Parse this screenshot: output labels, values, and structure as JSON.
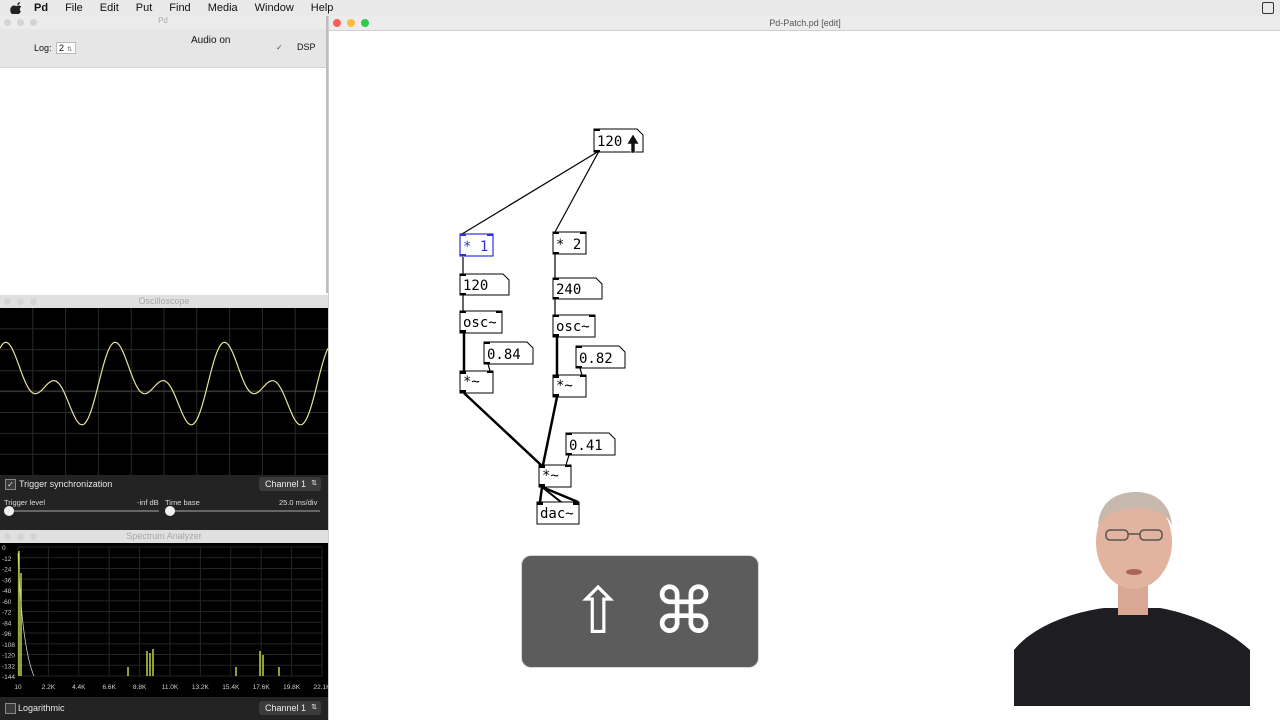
{
  "menubar": {
    "app": "Pd",
    "items": [
      "File",
      "Edit",
      "Put",
      "Find",
      "Media",
      "Window",
      "Help"
    ]
  },
  "pd_window": {
    "title": "Pd",
    "log_label": "Log:",
    "log_value": "2",
    "audio_status": "Audio on",
    "dsp_label": "DSP"
  },
  "oscilloscope": {
    "title": "Oscilloscope",
    "trigger_label": "Trigger synchronization",
    "trigger_checked": true,
    "channel": "Channel 1",
    "trigger_level_label": "Trigger level",
    "trigger_level_value": "-inf dB",
    "timebase_label": "Time base",
    "timebase_value": "25.0 ms/div",
    "trace_color": "#e8e29a"
  },
  "spectrum": {
    "title": "Spectrum Analyzer",
    "y_ticks": [
      "0",
      "-12",
      "-24",
      "-36",
      "-48",
      "-60",
      "-72",
      "-84",
      "-96",
      "-108",
      "-120",
      "-132",
      "-144"
    ],
    "x_ticks": [
      "10",
      "2.2K",
      "4.4K",
      "6.6K",
      "8.8K",
      "11.0K",
      "13.2K",
      "15.4K",
      "17.6K",
      "19.8K",
      "22.1K"
    ],
    "log_label": "Logarithmic",
    "channel": "Channel 1",
    "bar_color": "#c8e64a"
  },
  "patch": {
    "title": "Pd-Patch.pd [edit]",
    "boxes": {
      "top_number": "120",
      "mul1": "* 1",
      "mul2": "* 2",
      "num_left": "120",
      "num_right": "240",
      "osc_left": "osc~",
      "osc_right": "osc~",
      "amp_left": "0.84",
      "amp_right": "0.82",
      "times_left": "*~",
      "times_right": "*~",
      "master_amp": "0.41",
      "times_master": "*~",
      "dac": "dac~"
    }
  },
  "keyboard_overlay": {
    "keys": [
      "⇧",
      "⌘"
    ]
  }
}
